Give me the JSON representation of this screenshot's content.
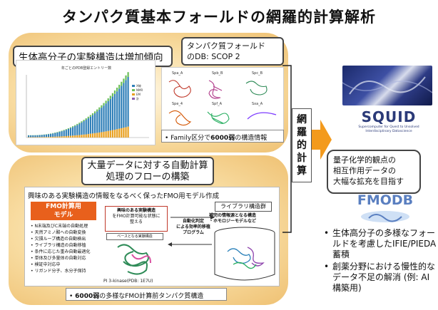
{
  "title": "タンパク質基本フォールドの網羅的計算解析",
  "top_section": {
    "label": "生体高分子の実験構造は増加傾向",
    "chart_title": "年ごとのPDB登録エントリー数",
    "chart_legend": [
      "X線",
      "NMR",
      "EM",
      "計"
    ],
    "scop_label_line1": "タンパク質フォールド",
    "scop_label_line2": "のDB: SCOP 2",
    "scop_cells": [
      "Spa_A",
      "Spb_B",
      "Spc_B",
      "Spe_4",
      "Spf_A",
      "Sxa_A"
    ],
    "note_prefix": "Family区分で",
    "note_emph": "6000弱",
    "note_suffix": "の構造情報"
  },
  "bottom_section": {
    "label_line1": "大量データに対する自動計算",
    "label_line2": "処理のフローの構築",
    "flow_header": "興味のある実験構造の情報をなるべく保ったFMO用モデル作成",
    "fmo_model_line1": "FMO計算用",
    "fmo_model_line2": "モデル",
    "flow_items": [
      "N末端及びC末端の自動処理",
      "天然アミノ酸への自動変換",
      "欠損ループ構造の自動検出",
      "ライブラリ構造の自動移植",
      "条件に応じた重み自動最適化",
      "単体及び多量体の自動対応",
      "検証中対応中",
      "リガンド分子、水分子保持"
    ],
    "interest_struct_line1": "興味のある実験構造",
    "interest_struct_line2": "をFMO計算可能な状態に",
    "interest_struct_line3": "整える",
    "base_struct": "ベースとなる実験構造",
    "auto_program_line1": "自動化判定",
    "auto_program_line2": "による効率的移植",
    "auto_program_line3": "プログラム",
    "library_label": "ライブラリ構造群",
    "library_sub_line1": "補完の情報源となる構造",
    "library_sub_line2": "・ホモロジーモデルなど",
    "protein_caption": "PI 3-kinase(PDB: 1E7U)",
    "note_prefix": "•  ",
    "note_emph": "6000弱",
    "note_suffix": "の多様なFMO計算前タンパク質構造"
  },
  "vertical_label": "網羅的計算",
  "goal_lines": [
    "量子化学的観点の",
    "相互作用データの",
    "大幅な拡充を目指す"
  ],
  "squid_text": "SQUID",
  "squid_sub": "Supercomputer for Quest to Unsolved Interdisciplinary Datascience",
  "fmodb_text": "FMODB",
  "right_bullets": [
    "生体高分子の多様なフォールドを考慮したIFIE/PIEDA蓄積",
    "創薬分野における慢性的なデータ不足の解消 (例: AI構築用)"
  ],
  "colors": {
    "orange_arrow": "#f39a1d",
    "fmo_box": "#e8601c",
    "bar_blue": "#2f7fb8",
    "bar_green": "#6bbf59",
    "bar_orange": "#e8a020"
  }
}
